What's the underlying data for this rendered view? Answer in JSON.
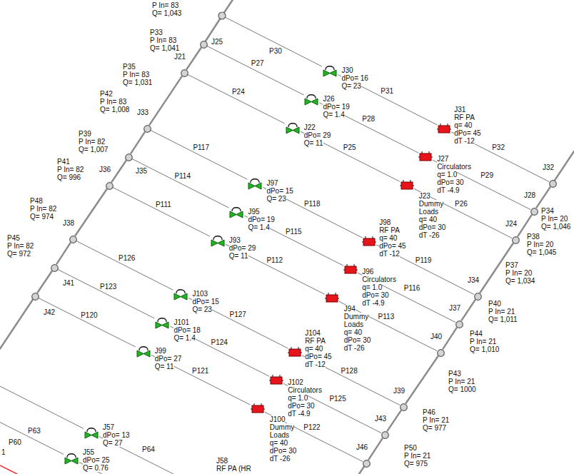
{
  "diagram": {
    "nodes": [
      {
        "text": [
          "J25"
        ]
      },
      {
        "text": [
          "J21"
        ]
      },
      {
        "text": [
          "J30",
          "dPo= 16",
          "Q= 23"
        ]
      },
      {
        "text": [
          "J26",
          "dPo= 19",
          "Q= 1.4"
        ]
      },
      {
        "text": [
          "J22",
          "dPo= 29",
          "Q= 11"
        ]
      },
      {
        "text": [
          "J31",
          "RF PA",
          "q= 40",
          "dPo= 45",
          "dT -12"
        ]
      },
      {
        "text": [
          "J27",
          "Circulators",
          "q= 1.0",
          "dPo= 30",
          "dT -4.9"
        ]
      },
      {
        "text": [
          "J23",
          "Dummy Loads",
          "q= 40",
          "dPo= 30",
          "dT -26"
        ]
      },
      {
        "text": [
          "J32"
        ]
      },
      {
        "text": [
          "J28"
        ]
      },
      {
        "text": [
          "J24"
        ]
      },
      {
        "text": [
          "J33"
        ]
      },
      {
        "text": [
          "J35"
        ]
      },
      {
        "text": [
          "J36"
        ]
      },
      {
        "text": [
          "J97",
          "dPo= 15",
          "Q= 23"
        ]
      },
      {
        "text": [
          "J95",
          "dPo= 19",
          "Q= 1.4"
        ]
      },
      {
        "text": [
          "J93",
          "dPo= 29",
          "Q= 11"
        ]
      },
      {
        "text": [
          "J98",
          "RF PA",
          "q= 40",
          "dPo= 45",
          "dT -12"
        ]
      },
      {
        "text": [
          "J96",
          "Circulators",
          "q= 1.0",
          "dPo= 30",
          "dT -4.9"
        ]
      },
      {
        "text": [
          "J94",
          "Dummy Loads",
          "q= 40",
          "dPo= 30",
          "dT -26"
        ]
      },
      {
        "text": [
          "J34"
        ]
      },
      {
        "text": [
          "J37"
        ]
      },
      {
        "text": [
          "J40"
        ]
      },
      {
        "text": [
          "J38"
        ]
      },
      {
        "text": [
          "J41"
        ]
      },
      {
        "text": [
          "J42"
        ]
      },
      {
        "text": [
          "J103",
          "dPo= 15",
          "Q= 23"
        ]
      },
      {
        "text": [
          "J101",
          "dPo= 18",
          "Q= 1.4"
        ]
      },
      {
        "text": [
          "J99",
          "dPo= 27",
          "Q= 11"
        ]
      },
      {
        "text": [
          "J104",
          "RF PA",
          "q= 40",
          "dPo= 45",
          "dT -12"
        ]
      },
      {
        "text": [
          "J102",
          "Circulators",
          "q= 1.0",
          "dPo= 30",
          "dT -4.9"
        ]
      },
      {
        "text": [
          "J100",
          "Dummy Loads",
          "q= 40",
          "dPo= 30",
          "dT -26"
        ]
      },
      {
        "text": [
          "J39"
        ]
      },
      {
        "text": [
          "J43"
        ]
      },
      {
        "text": [
          "J46"
        ]
      },
      {
        "text": [
          "J57",
          "dPo= 13",
          "Q= 27"
        ]
      },
      {
        "text": [
          "J55",
          "dPo= 25",
          "Q= 0.76"
        ]
      }
    ],
    "edges": [
      {
        "from": 0,
        "to": 3,
        "label": "P27",
        "arrow": "none"
      },
      {
        "from": 1,
        "to": 4,
        "label": "P24",
        "arrow": "none"
      },
      {
        "from": 2,
        "to": 5,
        "label": "P31",
        "arrow": "none"
      },
      {
        "from": 3,
        "to": 6,
        "label": "P28",
        "arrow": "none"
      },
      {
        "from": 4,
        "to": 7,
        "label": "P25",
        "arrow": "none"
      },
      {
        "from": 5,
        "to": 8,
        "label": "P32",
        "arrow": "none"
      },
      {
        "from": 6,
        "to": 9,
        "label": "P29",
        "arrow": "none"
      },
      {
        "from": 7,
        "to": 10,
        "label": "P26",
        "arrow": "none"
      },
      {
        "from": 0,
        "to": 1,
        "label": "P35",
        "arrow": "none"
      },
      {
        "from": 1,
        "to": 11,
        "label": "P42",
        "arrow": "none"
      },
      {
        "from": 9,
        "to": 8,
        "label": "P34",
        "arrow": "none"
      },
      {
        "from": 10,
        "to": 9,
        "label": "P38",
        "arrow": "none"
      },
      {
        "from": 20,
        "to": 10,
        "label": "P37",
        "arrow": "none"
      },
      {
        "from": 11,
        "to": 14,
        "label": "P117",
        "arrow": "none"
      },
      {
        "from": 12,
        "to": 15,
        "label": "P114",
        "arrow": "none"
      },
      {
        "from": 13,
        "to": 16,
        "label": "P111",
        "arrow": "none"
      },
      {
        "from": 14,
        "to": 17,
        "label": "P118",
        "arrow": "none"
      },
      {
        "from": 15,
        "to": 18,
        "label": "P115",
        "arrow": "none"
      },
      {
        "from": 16,
        "to": 19,
        "label": "P112",
        "arrow": "none"
      },
      {
        "from": 17,
        "to": 20,
        "label": "P119",
        "arrow": "none"
      },
      {
        "from": 18,
        "to": 21,
        "label": "P116",
        "arrow": "none"
      },
      {
        "from": 19,
        "to": 22,
        "label": "P113",
        "arrow": "none"
      },
      {
        "from": 11,
        "to": 12,
        "label": "P39",
        "arrow": "none"
      },
      {
        "from": 12,
        "to": 13,
        "label": "P41",
        "arrow": "none"
      },
      {
        "from": 13,
        "to": 23,
        "label": "P48",
        "arrow": "none"
      },
      {
        "from": 21,
        "to": 20,
        "label": "P40",
        "arrow": "none"
      },
      {
        "from": 22,
        "to": 21,
        "label": "P44",
        "arrow": "none"
      },
      {
        "from": 32,
        "to": 22,
        "label": "P43",
        "arrow": "none"
      },
      {
        "from": 23,
        "to": 26,
        "label": "P126",
        "arrow": "none"
      },
      {
        "from": 24,
        "to": 27,
        "label": "P123",
        "arrow": "none"
      },
      {
        "from": 25,
        "to": 28,
        "label": "P120",
        "arrow": "none"
      },
      {
        "from": 26,
        "to": 29,
        "label": "P127",
        "arrow": "none"
      },
      {
        "from": 27,
        "to": 30,
        "label": "P124",
        "arrow": "none"
      },
      {
        "from": 28,
        "to": 31,
        "label": "P121",
        "arrow": "none"
      },
      {
        "from": 29,
        "to": 32,
        "label": "P128",
        "arrow": "none"
      },
      {
        "from": 30,
        "to": 33,
        "label": "P125",
        "arrow": "none"
      },
      {
        "from": 31,
        "to": 34,
        "label": "P122",
        "arrow": "none"
      },
      {
        "from": 23,
        "to": 24,
        "label": "P45",
        "arrow": "none"
      },
      {
        "from": 24,
        "to": 25,
        "arrow": "none"
      },
      {
        "from": 33,
        "to": 32,
        "label": "P46",
        "arrow": "none"
      },
      {
        "from": 34,
        "to": 33,
        "label": "P50",
        "arrow": "none"
      }
    ],
    "labels": [
      "P In= 83",
      "Q= 1,043",
      "P33",
      "P In= 83",
      "Q= 1,041",
      "P30",
      "P In= 83",
      "Q= 1,031",
      "P In= 83",
      "Q= 1,008",
      "P In= 82",
      "Q= 1,007",
      "P In= 82",
      "Q= 996",
      "P In= 82",
      "Q= 974",
      "P In= 82",
      "Q= 972",
      "P In= 20",
      "Q= 1,046",
      "P In= 20",
      "Q= 1,045",
      "P In= 20",
      "Q= 1,034",
      "P In= 21",
      "Q= 1,011",
      "P In= 21",
      "Q= 1,010",
      "P In= 21",
      "Q= 1000",
      "P In= 21",
      "Q= 977",
      "P In= 21",
      "Q= 975",
      "P63",
      "P60",
      "1",
      "P64",
      "J58",
      "RF PA (HR"
    ]
  }
}
